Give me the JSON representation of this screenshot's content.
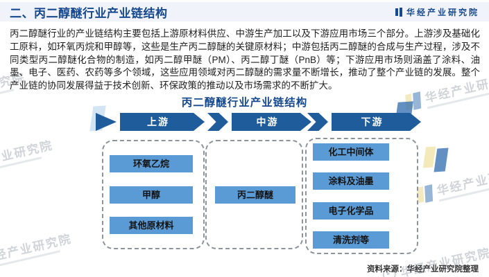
{
  "header": {
    "title": "二、丙二醇醚行业产业链结构",
    "logo_text": "华经产业研究院"
  },
  "intro": {
    "text": "丙二醇醚行业的产业链结构主要包括上游原材料供应、中游生产加工以及下游应用市场三个部分。上游涉及基础化工原料，如环氧丙烷和甲醇等，这些是生产丙二醇醚的关键原材料；中游包括丙二醇醚的合成与生产过程，涉及不同类型丙二醇醚化合物的制造，如丙二醇甲醚（PM）、丙二醇丁醚（PnB）等；下游应用市场则涵盖了涂料、油墨、电子、医药、农药等多个领域，这些应用领域对丙二醇醚的需求量不断增长，推动了整个产业链的发展。整个产业链的协同发展得益于技术创新、环保政策的推动以及市场需求的不断扩大。"
  },
  "diagram": {
    "title": "丙二醇醚行业产业链结构",
    "stages": [
      {
        "label": "上游",
        "items": [
          "环氧乙烷",
          "甲醇",
          "其他原材料"
        ]
      },
      {
        "label": "中游",
        "items": [
          "丙二醇醚"
        ]
      },
      {
        "label": "下游",
        "items": [
          "化工中间体",
          "涂料及油墨",
          "电子化学品",
          "清洗剂等"
        ]
      }
    ]
  },
  "footer": {
    "source": "资料来源：华经产业研究院整理"
  },
  "watermark": {
    "text": "华经产业研究院"
  },
  "colors": {
    "title_blue": "#17498f",
    "arrow_blue": "#1e5c9b",
    "box_blue": "#5b9bd5"
  }
}
